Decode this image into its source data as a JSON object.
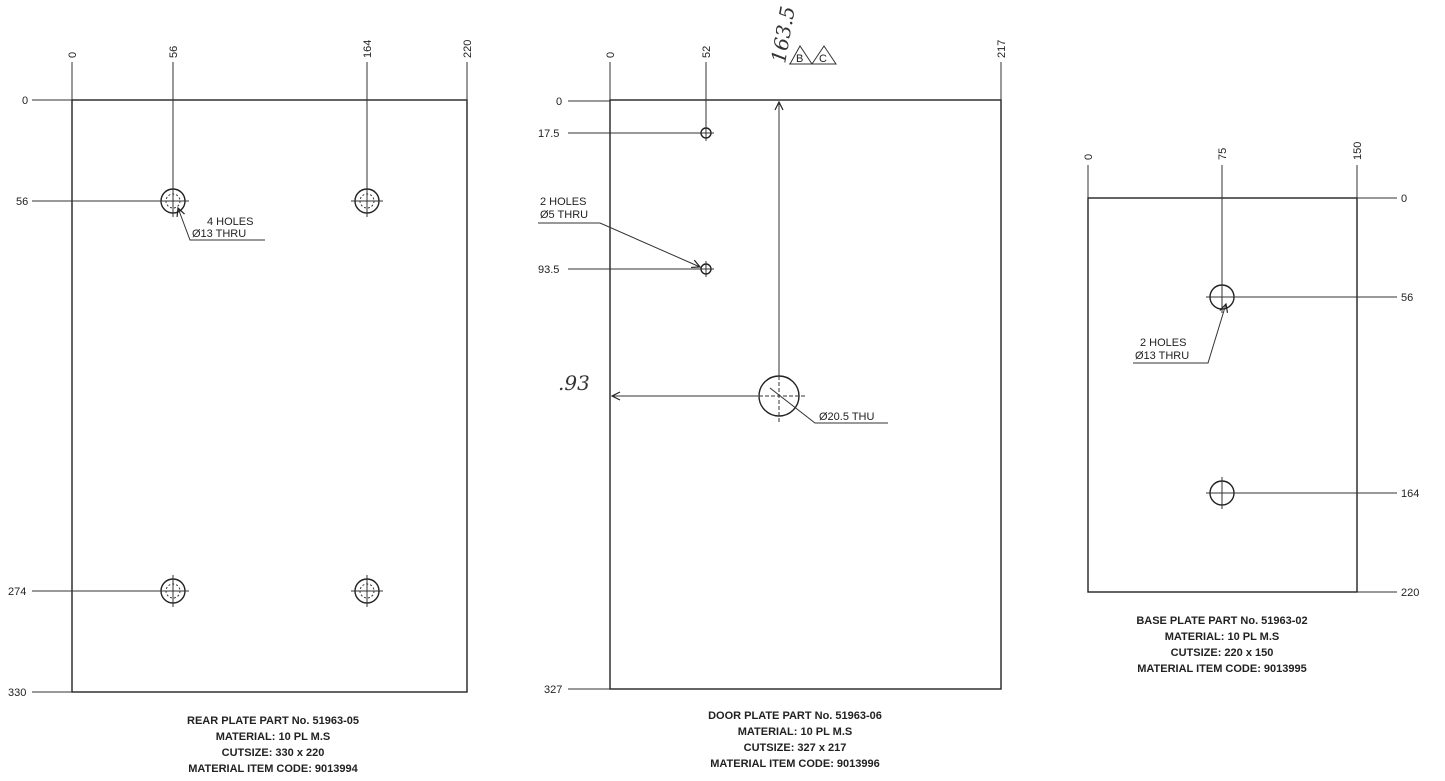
{
  "rear_plate": {
    "x_dims": [
      "0",
      "56",
      "164",
      "220"
    ],
    "y_dims": [
      "0",
      "56",
      "274",
      "330"
    ],
    "hole_note": [
      "4 HOLES",
      "Ø13 THRU"
    ],
    "caption": [
      "REAR PLATE PART No. 51963-05",
      "MATERIAL: 10 PL M.S",
      "CUTSIZE: 330 x 220",
      "MATERIAL ITEM CODE: 9013994"
    ]
  },
  "door_plate": {
    "x_dims": [
      "0",
      "52",
      "217"
    ],
    "y_dims": [
      "0",
      "17.5",
      "93.5",
      "327"
    ],
    "hole_note": [
      "2 HOLES",
      "Ø5 THRU"
    ],
    "big_hole_note": "Ø20.5 THU",
    "handwritten": {
      "vertical": "163.5",
      "horizontal": ".93"
    },
    "datum_labels": [
      "B",
      "C"
    ],
    "caption": [
      "DOOR PLATE PART No. 51963-06",
      "MATERIAL: 10 PL M.S",
      "CUTSIZE: 327 x 217",
      "MATERIAL ITEM CODE: 9013996"
    ]
  },
  "base_plate": {
    "x_dims": [
      "0",
      "75",
      "150"
    ],
    "y_dims": [
      "0",
      "56",
      "164",
      "220"
    ],
    "hole_note": [
      "2 HOLES",
      "Ø13 THRU"
    ],
    "caption": [
      "BASE PLATE PART No. 51963-02",
      "MATERIAL: 10 PL M.S",
      "CUTSIZE: 220 x 150",
      "MATERIAL ITEM CODE: 9013995"
    ]
  }
}
